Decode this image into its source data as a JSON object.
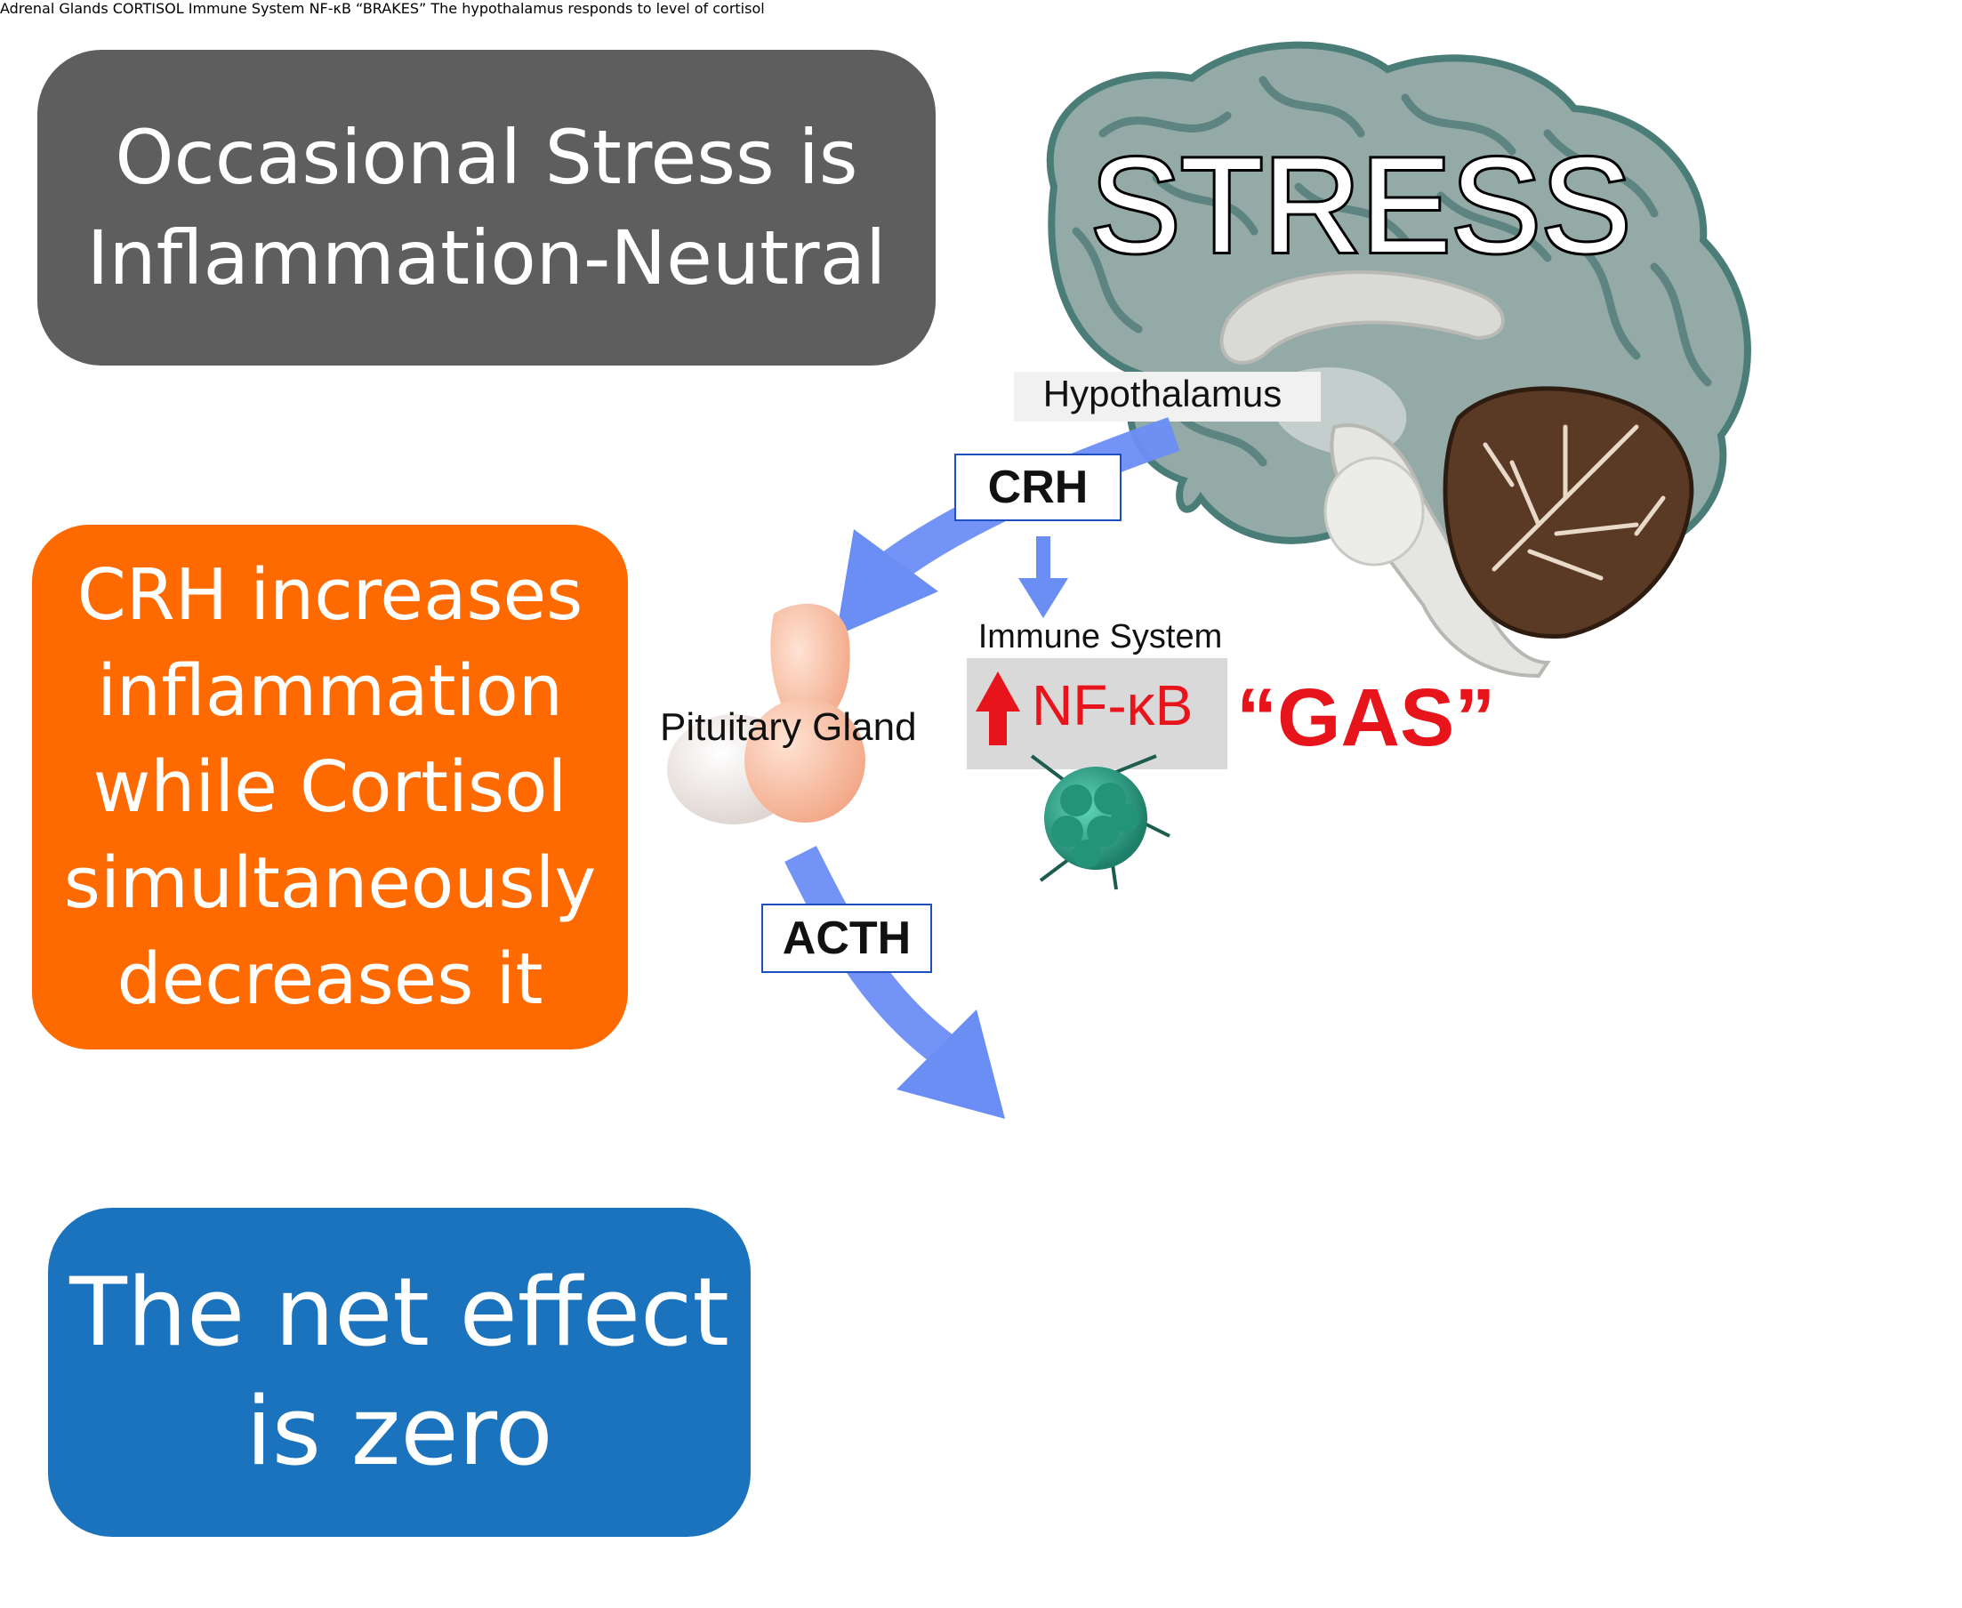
{
  "boxes": {
    "top": {
      "line1": "Occasional Stress is",
      "line2": "Inflammation-Neutral",
      "color": "#5e5e5e"
    },
    "middle": {
      "line1": "CRH increases",
      "line2": "inflammation",
      "line3": "while Cortisol",
      "line4": "simultaneously",
      "line5": "decreases it",
      "color": "#ff6a00"
    },
    "bottom": {
      "line1": "The net effect",
      "line2": "is zero",
      "color": "#1b73bd"
    }
  },
  "diagram": {
    "stress_label": "STRESS",
    "hypothalamus": "Hypothalamus",
    "crh": "CRH",
    "acth": "ACTH",
    "pituitary": "Pituitary Gland",
    "immune_upper": "Immune System",
    "nfkb_upper": "NF-κB",
    "gas": "“GAS”",
    "adrenal": "Adrenal Glands",
    "cortisol": "CORTISOL",
    "immune_lower": "Immune System",
    "nfkb_lower": "NF-κB",
    "brakes": "“BRAKES”",
    "feedback": "The hypothalamus responds to level of cortisol"
  },
  "colors": {
    "arrow_blue": "#6b8ef5",
    "gas_red": "#e8141b",
    "brakes_blue": "#1b73bd",
    "brain_gray": "#93aaa7",
    "adrenal_orange": "#f9a94a",
    "cell_teal": "#2aa58a",
    "cerebellum_brown": "#5a3a24"
  }
}
